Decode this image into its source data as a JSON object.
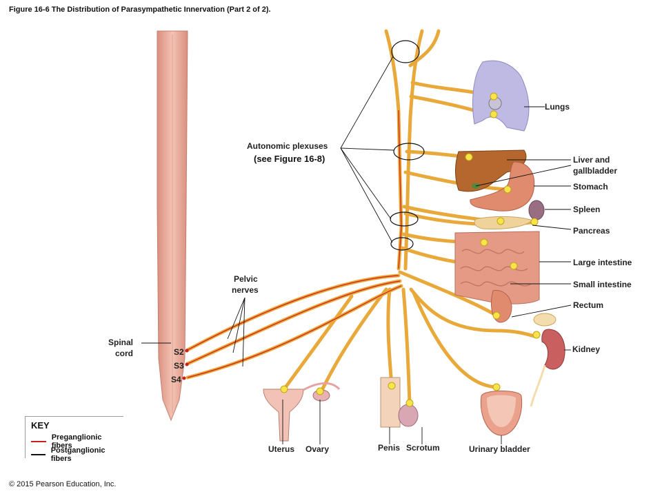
{
  "title": "Figure 16-6 The Distribution of Parasympathetic Innervation (Part 2 of 2).",
  "copyright": "© 2015 Pearson Education, Inc.",
  "labels": {
    "autonomic_plexuses": "Autonomic plexuses",
    "see_figure": "(see Figure 16-8)",
    "pelvic_nerves_1": "Pelvic",
    "pelvic_nerves_2": "nerves",
    "spinal_cord_1": "Spinal",
    "spinal_cord_2": "cord",
    "s2": "S2",
    "s3": "S3",
    "s4": "S4",
    "lungs": "Lungs",
    "liver_1": "Liver and",
    "liver_2": "gallbladder",
    "stomach": "Stomach",
    "spleen": "Spleen",
    "pancreas": "Pancreas",
    "large_intestine": "Large intestine",
    "small_intestine": "Small intestine",
    "rectum": "Rectum",
    "kidney": "Kidney",
    "uterus": "Uterus",
    "ovary": "Ovary",
    "penis": "Penis",
    "scrotum": "Scrotum",
    "urinary_bladder": "Urinary bladder"
  },
  "key": {
    "title": "KEY",
    "preganglionic": "Preganglionic fibers",
    "postganglionic": "Postganglionic fibers",
    "preganglionic_color": "#cc1f1f",
    "postganglionic_color": "#111111"
  },
  "colors": {
    "nerve": "#f2b84b",
    "spinal_cord": "#e9ad9c",
    "liver": "#b5672d",
    "stomach": "#e08a6e",
    "lung": "#b8b3de"
  }
}
